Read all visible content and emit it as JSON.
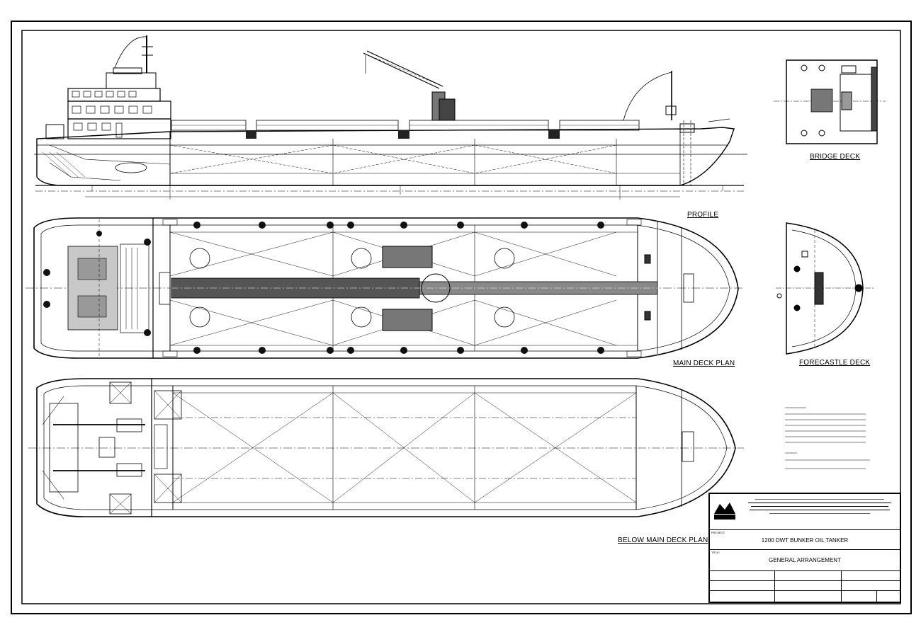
{
  "labels": {
    "profile": "PROFILE",
    "bridge_deck": "BRIDGE DECK",
    "main_deck_plan": "MAIN DECK PLAN",
    "forecastle_deck": "FORECASTLE DECK",
    "below_main_deck_plan": "BELOW MAIN DECK PLAN"
  },
  "title_block": {
    "project_caption": "PROJECT:",
    "project": "1200 DWT BUNKER OIL TANKER",
    "title_caption": "TITLE:",
    "title": "GENERAL ARRANGEMENT"
  },
  "colors": {
    "line": "#000000",
    "fill_dark": "#555555",
    "fill_mid": "#999999",
    "fill_light": "#c8c8c8",
    "background": "#ffffff"
  }
}
